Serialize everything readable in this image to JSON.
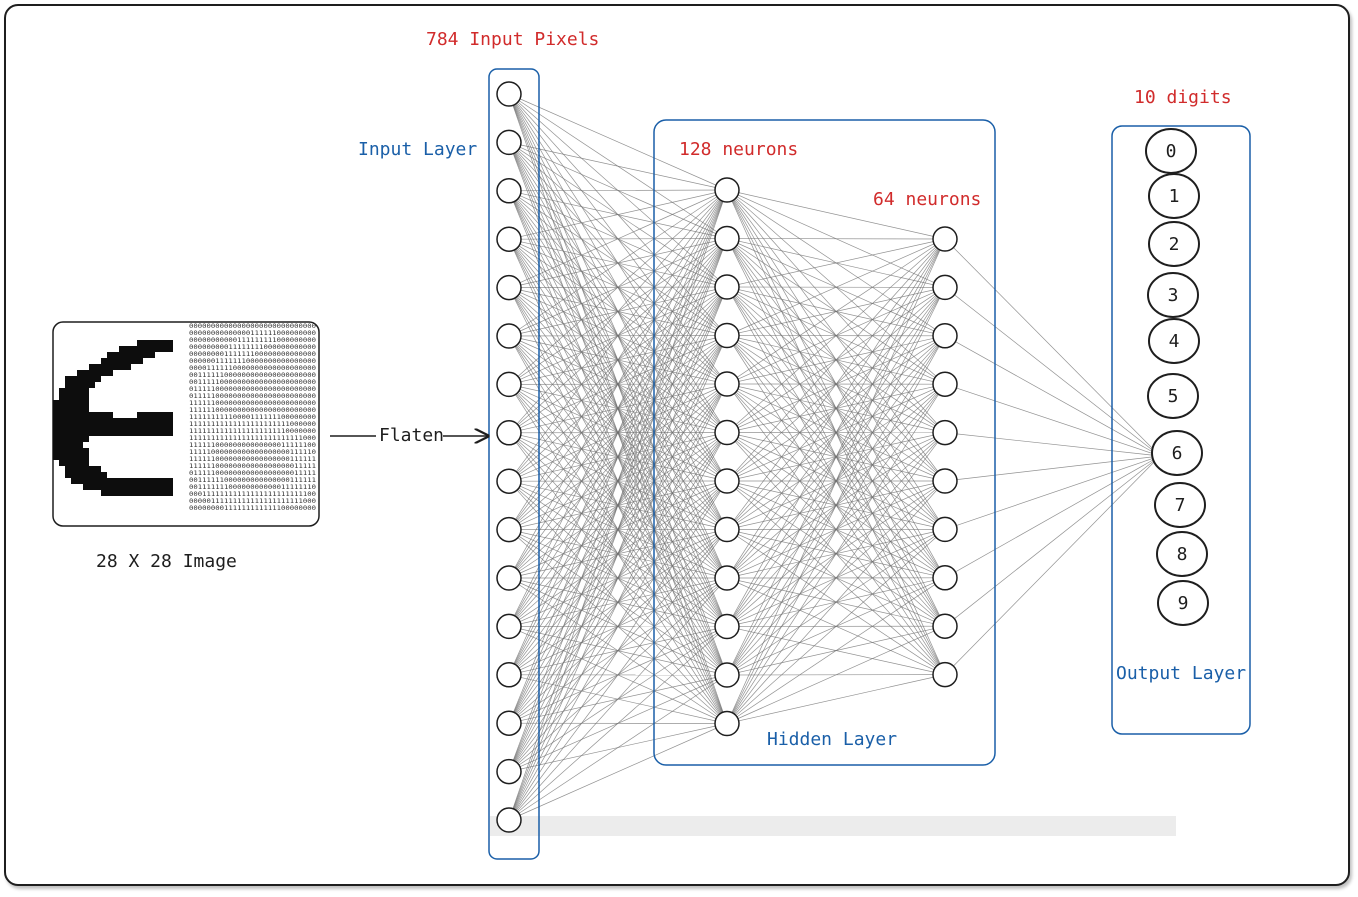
{
  "labels": {
    "input_pixels": "784 Input Pixels",
    "input_layer": "Input Layer",
    "hidden_128": "128 neurons",
    "hidden_64": "64 neurons",
    "hidden_layer": "Hidden Layer",
    "digits_count": "10 digits",
    "output_layer": "Output Layer",
    "flatten": "Flaten",
    "image_caption": "28 X 28 Image"
  },
  "output_digits": [
    "0",
    "1",
    "2",
    "3",
    "4",
    "5",
    "6",
    "7",
    "8",
    "9"
  ],
  "binary_rows": [
    "00000000000000000000000000000",
    "00000000000000111111000000000",
    "00000000000111111111000000000",
    "00000000011111111000000000000",
    "00000000111111100000000000000",
    "00000011111110000000000000000",
    "00001111110000000000000000000",
    "00111111000000000000000000000",
    "00111110000000000000000000000",
    "01111100000000000000000000000",
    "01111100000000000000000000000",
    "11111100000000000000000000000",
    "11111100000000000000000000000",
    "11111111110000111111100000000",
    "11111111111111111111111000000",
    "11111111111111111111110000000",
    "11111111111111111111111111000",
    "11111100000000000000011111100",
    "11111000000000000000000111110",
    "11111100000000000000000111111",
    "11111100000000000000000011111",
    "01111100000000000000000011111",
    "00111111000000000000000111111",
    "00111111100000000000011111110",
    "00011111111111111111111111100",
    "00000111111111111111111111000",
    "00000000111111111111100000000"
  ],
  "colors": {
    "annotation_red": "#d12b2b",
    "layer_blue": "#1a5fa8",
    "stroke_dark": "#1e1e1e"
  }
}
